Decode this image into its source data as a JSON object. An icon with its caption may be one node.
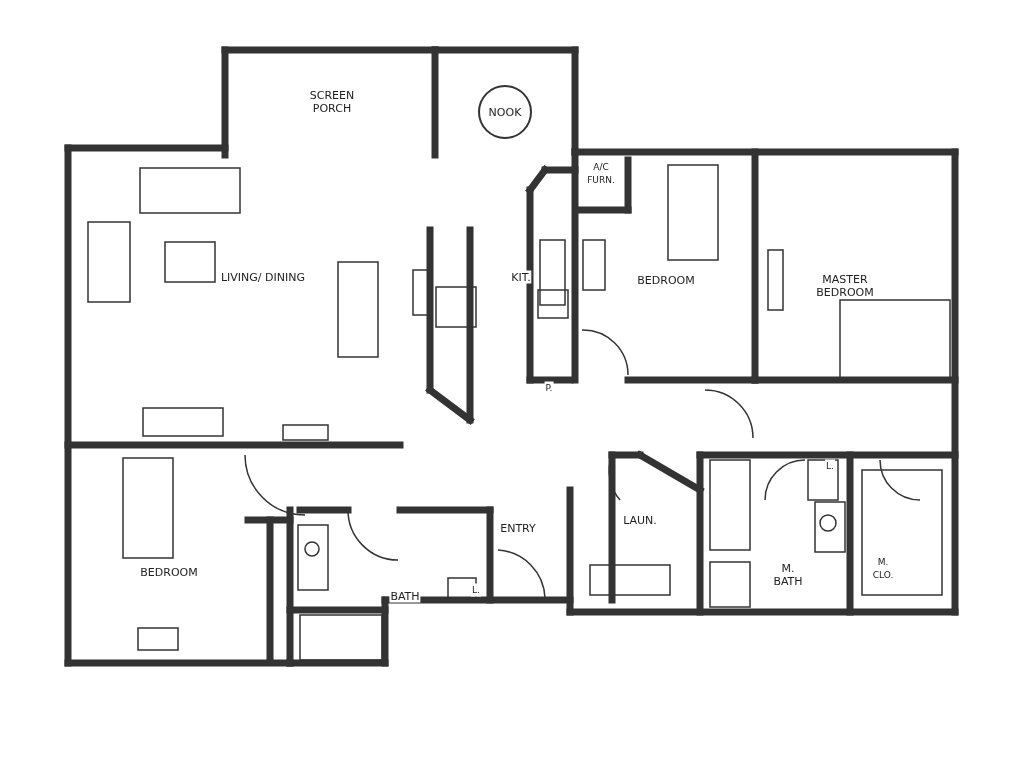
{
  "diagram": {
    "labels": [
      "SCREEN PORCH",
      "NOOK",
      "A/C FURN.",
      "LIVING/ DINING",
      "KIT.",
      "BEDROOM",
      "MASTER BEDROOM",
      "P.",
      "ENTRY",
      "LAUN.",
      "L.",
      "BEDROOM",
      "M. BATH",
      "M. CLO.",
      "BATH",
      "L."
    ]
  }
}
